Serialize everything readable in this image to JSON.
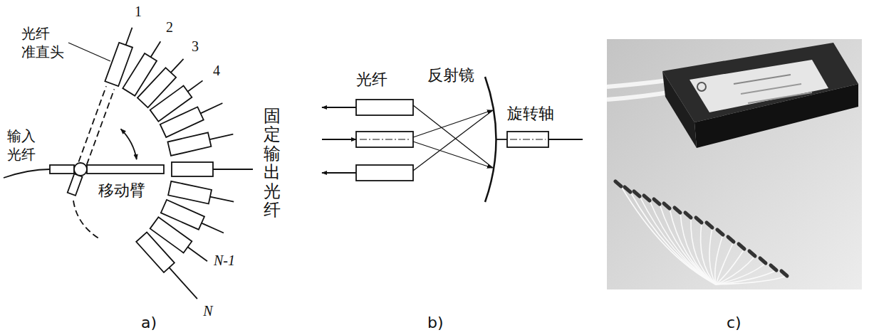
{
  "diagram": {
    "labels": [
      "光纤 准直头",
      "1",
      "2",
      "3",
      "4",
      "固定输出光纤",
      "输入 光纤",
      "移动臂",
      "N-1",
      "N",
      "光纤",
      "反射镜",
      "旋转轴",
      "a)",
      "b)",
      "c)"
    ]
  }
}
